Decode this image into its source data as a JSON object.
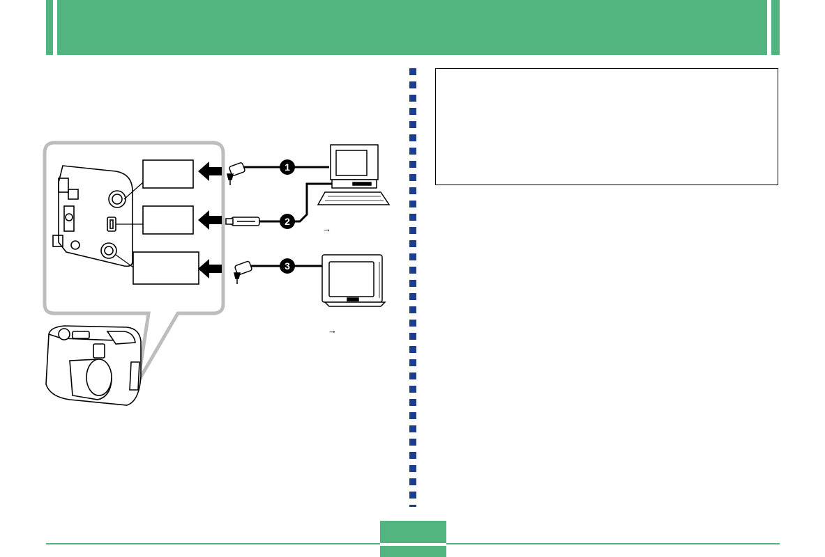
{
  "colors": {
    "header_green": "#52b47f",
    "divider_blue": "#1c3d8e",
    "callout_gray": "#bdbdbd",
    "ink": "#000000"
  },
  "diagram": {
    "connectors": [
      {
        "number": "1",
        "label": ""
      },
      {
        "number": "2",
        "label": ""
      },
      {
        "number": "3",
        "label": ""
      }
    ],
    "arrow_symbol": "→"
  },
  "footer": {
    "page_number": ""
  }
}
